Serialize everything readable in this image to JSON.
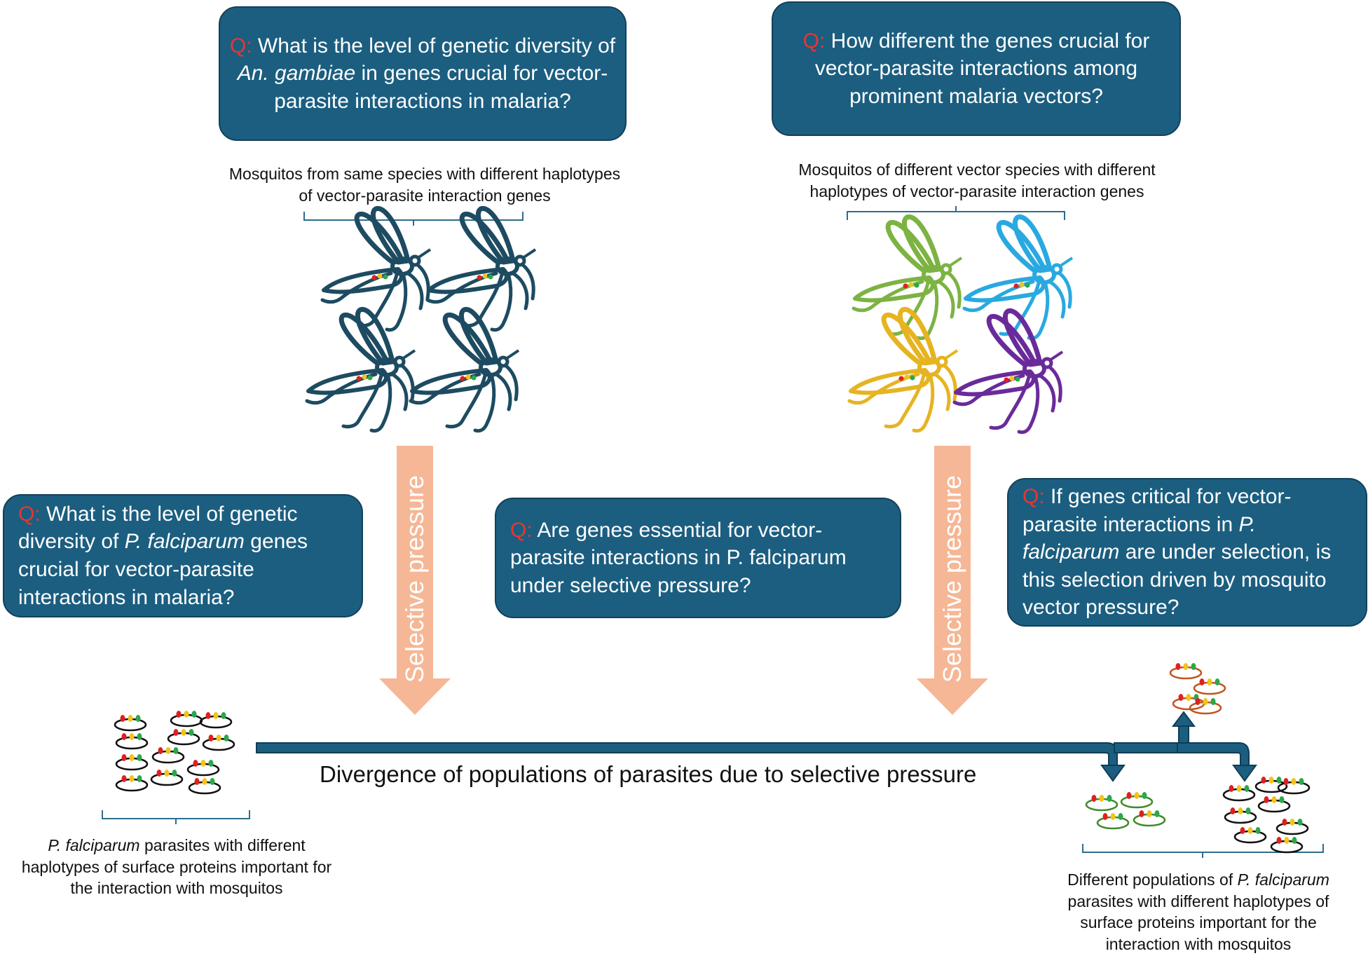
{
  "q_marker": "Q:",
  "questions": {
    "top_left": {
      "pre": " What is the level of genetic diversity of ",
      "em": "An. gambiae",
      "post": " in genes crucial for vector-parasite interactions in malaria?"
    },
    "top_right": {
      "pre": " How different the genes crucial for vector-parasite interactions among prominent malaria vectors?",
      "em": "",
      "post": ""
    },
    "mid_left": {
      "pre": " What is the level of genetic diversity of ",
      "em": "P. falciparum",
      "post": " genes crucial for vector-parasite interactions in malaria?"
    },
    "mid_center": {
      "pre": " Are genes essential for vector-parasite interactions in P. falciparum under selective pressure?",
      "em": "",
      "post": ""
    },
    "mid_right": {
      "pre": " If genes critical for vector-parasite interactions in ",
      "em": "P. falciparum",
      "post": " are under selection, is this selection driven by mosquito vector pressure?"
    }
  },
  "captions": {
    "same_species": {
      "pre": "Mosquitos from same species with different haplotypes of vector-parasite interaction genes",
      "em": "",
      "post": ""
    },
    "different_species": {
      "pre": "Mosquitos of different vector species with different haplotypes of vector-parasite interaction genes",
      "em": "",
      "post": ""
    },
    "parasites_initial": {
      "pre": "",
      "em": "P. falciparum",
      "post": " parasites with different haplotypes of surface proteins important for the interaction with mosquitos"
    },
    "parasites_diverged": {
      "pre": "Different populations of ",
      "em": "P. falciparum",
      "post": " parasites with different haplotypes of surface proteins important for the interaction with mosquitos"
    }
  },
  "arrows": {
    "left_label": "Selective pressure",
    "right_label": "Selective pressure"
  },
  "divergence_label": "Divergence of populations of parasites due to selective pressure",
  "colors": {
    "box_fill": "#1b5e80",
    "q_marker": "#e8362f",
    "arrow_fill": "#f5b795",
    "mosquito_same_species": "#1d4b61",
    "mosquito_species": [
      "#7cb342",
      "#29a9e0",
      "#e6b422",
      "#6a2b9a"
    ],
    "parasite_ring_initial": "#111111",
    "parasite_ring_populations": [
      "#c0551f",
      "#3f8a2a",
      "#111111"
    ],
    "gene_dots": [
      "#e02020",
      "#f2c418",
      "#2aa84a"
    ]
  }
}
